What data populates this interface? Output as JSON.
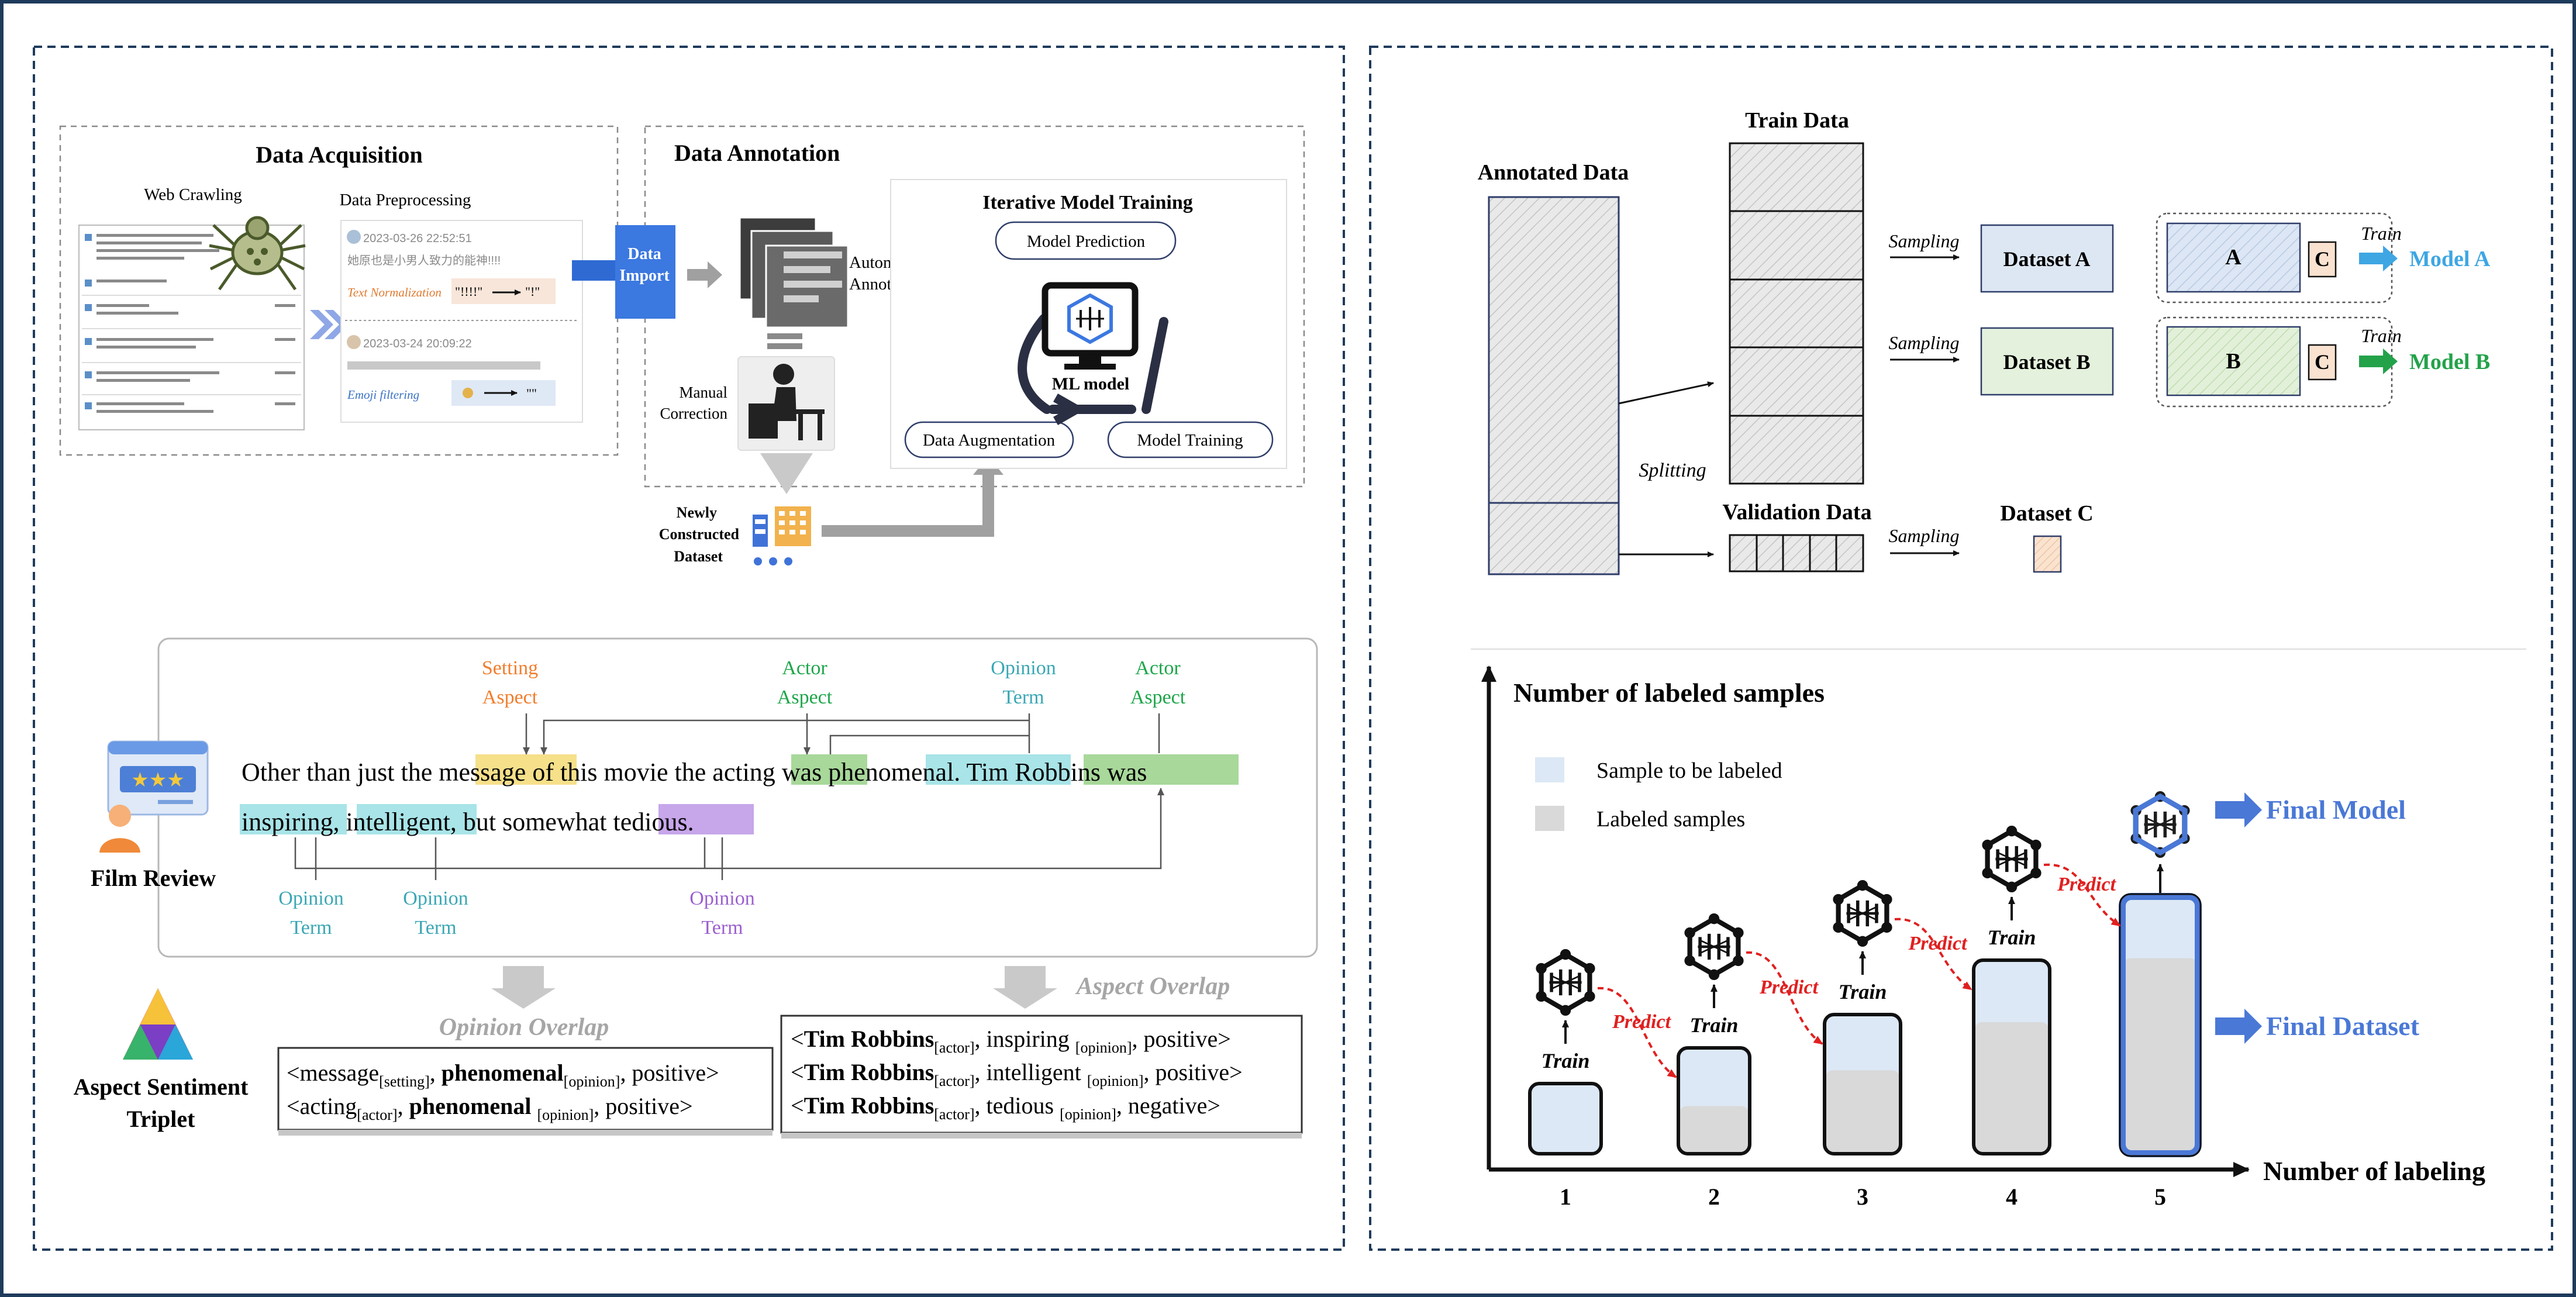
{
  "acquisition": {
    "title": "Data Acquisition",
    "web_crawling": "Web Crawling",
    "preprocessing": "Data Preprocessing",
    "post1_meta": "2023-03-26 22:52:51",
    "post1_text": "她原也是小男人致力的能神!!!!",
    "text_norm_label": "Text Normalization",
    "text_norm_from": "\"!!!!\"",
    "text_norm_to": "\"!\"",
    "post2_meta": "2023-03-24 20:09:22",
    "post2_text": "",
    "emoji_label": "Emoji filtering",
    "emoji_to": "\"\""
  },
  "annotation": {
    "title": "Data Annotation",
    "data_import": [
      "Data",
      "Import"
    ],
    "automatic": [
      "Automatic",
      "Annotation"
    ],
    "manual": [
      "Manual",
      "Correction"
    ],
    "newly": [
      "Newly",
      "Constructed",
      "Dataset"
    ],
    "iterative_title": "Iterative Model Training",
    "model_prediction": "Model Prediction",
    "ml_model": "ML model",
    "data_augmentation": "Data Augmentation",
    "model_training": "Model Training"
  },
  "review": {
    "film_review": "Film Review",
    "setting_aspect": [
      "Setting",
      "Aspect"
    ],
    "actor_aspect": [
      "Actor",
      "Aspect"
    ],
    "opinion_term": [
      "Opinion",
      "Term"
    ],
    "line1": [
      "Other than just the ",
      "message",
      " of this movie the ",
      "acting",
      " was ",
      "phenomenal",
      ". ",
      "Tim Robbins",
      " was"
    ],
    "line2": [
      "inspiring",
      ", ",
      "intelligent",
      ", but somewhat ",
      "tedious."
    ],
    "highlight_colors": {
      "setting": "#f6e08a",
      "actor": "#a8d89a",
      "opinion_cyan": "#a8e4e8",
      "opinion_purple": "#c7a6ea"
    }
  },
  "triplets": {
    "aspect_sentiment_triplet": [
      "Aspect Sentiment",
      "Triplet"
    ],
    "opinion_overlap": "Opinion Overlap",
    "aspect_overlap": "Aspect Overlap",
    "left_rows": [
      {
        "t1": "<message",
        "s1": "[setting]",
        "sep": ",  ",
        "t2": "phenomenal",
        "s2": "[opinion]",
        "end": ",  positive>"
      },
      {
        "t1": "<acting",
        "s1": "[actor]",
        "sep": ",  ",
        "t2": "phenomenal ",
        "s2": "[opinion]",
        "end": ",  positive>"
      }
    ],
    "right_rows": [
      {
        "t1": "<Tim Robbins",
        "s1": "[actor]",
        "mid": ",  inspiring ",
        "s2": "[opinion]",
        "end": ",  positive>"
      },
      {
        "t1": "<Tim Robbins",
        "s1": "[actor]",
        "mid": ",  intelligent ",
        "s2": "[opinion]",
        "end": ",  positive>"
      },
      {
        "t1": "<Tim Robbins",
        "s1": "[actor]",
        "mid": ",  tedious ",
        "s2": "[opinion]",
        "end": ",  negative>"
      }
    ]
  },
  "splitting": {
    "annotated_data": "Annotated Data",
    "train_data": "Train Data",
    "validation_data": "Validation Data",
    "splitting": "Splitting",
    "sampling": "Sampling",
    "dataset_a": "Dataset A",
    "dataset_b": "Dataset B",
    "dataset_c": "Dataset C",
    "a": "A",
    "b": "B",
    "c": "C",
    "train": "Train",
    "model_a": "Model A",
    "model_b": "Model B",
    "colors": {
      "model_a": "#3ea6e3",
      "model_b": "#23a24a",
      "dataset_a_fill": "#dde7f4",
      "dataset_b_fill": "#e4f1dc",
      "c_fill": "#f9e2cf"
    }
  },
  "labeling": {
    "ylabel": "Number of labeled samples",
    "xlabel": "Number of labeling",
    "legend_to_label": "Sample to be labeled",
    "legend_labeled": "Labeled samples",
    "train": "Train",
    "predict": "Predict",
    "final_model": "Final Model",
    "final_dataset": "Final Dataset",
    "ticks": [
      "1",
      "2",
      "3",
      "4",
      "5"
    ],
    "labeled_fraction": [
      0,
      0.45,
      0.6,
      0.68,
      0.76
    ],
    "colors": {
      "to_label": "#dce8f5",
      "labeled": "#d9d9d9",
      "predict": "#e02020",
      "final": "#4a78d6"
    }
  }
}
